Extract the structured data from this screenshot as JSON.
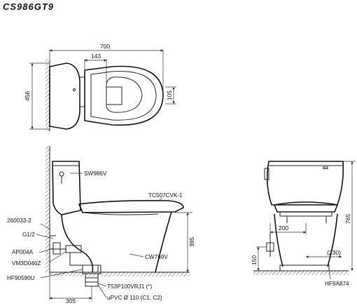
{
  "model": "CS986GT9",
  "top_view": {
    "width_dim": "700",
    "depth_dim": "456",
    "seat_offset_dim": "143",
    "small_dim": "105"
  },
  "side_view": {
    "labels": {
      "tank_lever": "SW986V",
      "seat": "TC507CVK-1",
      "bowl": "CW769V",
      "bracket": "260033-2",
      "inlet": "G1/2",
      "angle_valve": "AP004A",
      "hose": "VM3D046Z",
      "gasket": "HF90590U",
      "drain_fitting": "T53P100VRJ1 (*)",
      "drain_pipe": "uPVC Ø 110 (C1, C2)"
    },
    "rim_height_dim": "395",
    "rough_in_dim": "305"
  },
  "front_view": {
    "labels": {
      "floor_fixing": "HF9A874"
    },
    "height_dim": "765",
    "inlet_offset_dim": "200",
    "inlet_height_dim": "150",
    "half_width_dim": "(230)"
  }
}
